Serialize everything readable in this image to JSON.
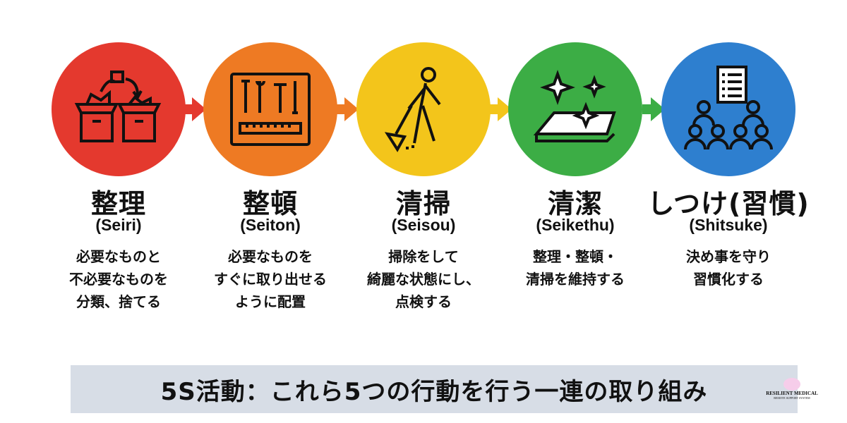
{
  "steps": [
    {
      "title": "整理",
      "romaji": "(Seiri)",
      "desc": [
        "必要なものと",
        "不必要なものを",
        "分類、捨てる"
      ],
      "color": "#e4392e",
      "icon": "boxes-sorting-icon"
    },
    {
      "title": "整頓",
      "romaji": "(Seiton)",
      "desc": [
        "必要なものを",
        "すぐに取り出せる",
        "ように配置"
      ],
      "color": "#ee7a23",
      "icon": "tool-pegboard-icon"
    },
    {
      "title": "清掃",
      "romaji": "(Seisou)",
      "desc": [
        "掃除をして",
        "綺麗な状態にし、",
        "点検する"
      ],
      "color": "#f3c51b",
      "icon": "person-sweeping-icon"
    },
    {
      "title": "清潔",
      "romaji": "(Seikethu)",
      "desc": [
        "整理・整頓・",
        "清掃を維持する"
      ],
      "color": "#3cad45",
      "icon": "sparkling-surface-icon"
    },
    {
      "title": "しつけ(習慣)",
      "romaji": "(Shitsuke)",
      "desc": [
        "決め事を守り",
        "習慣化する"
      ],
      "color": "#2e7fcf",
      "icon": "team-checklist-icon"
    }
  ],
  "banner": "5S活動：これら5つの行動を行う一連の取り組み",
  "logo": {
    "name": "RESILIENT MEDICAL",
    "tagline": "REMOTE SUPPORT SYSTEM"
  }
}
